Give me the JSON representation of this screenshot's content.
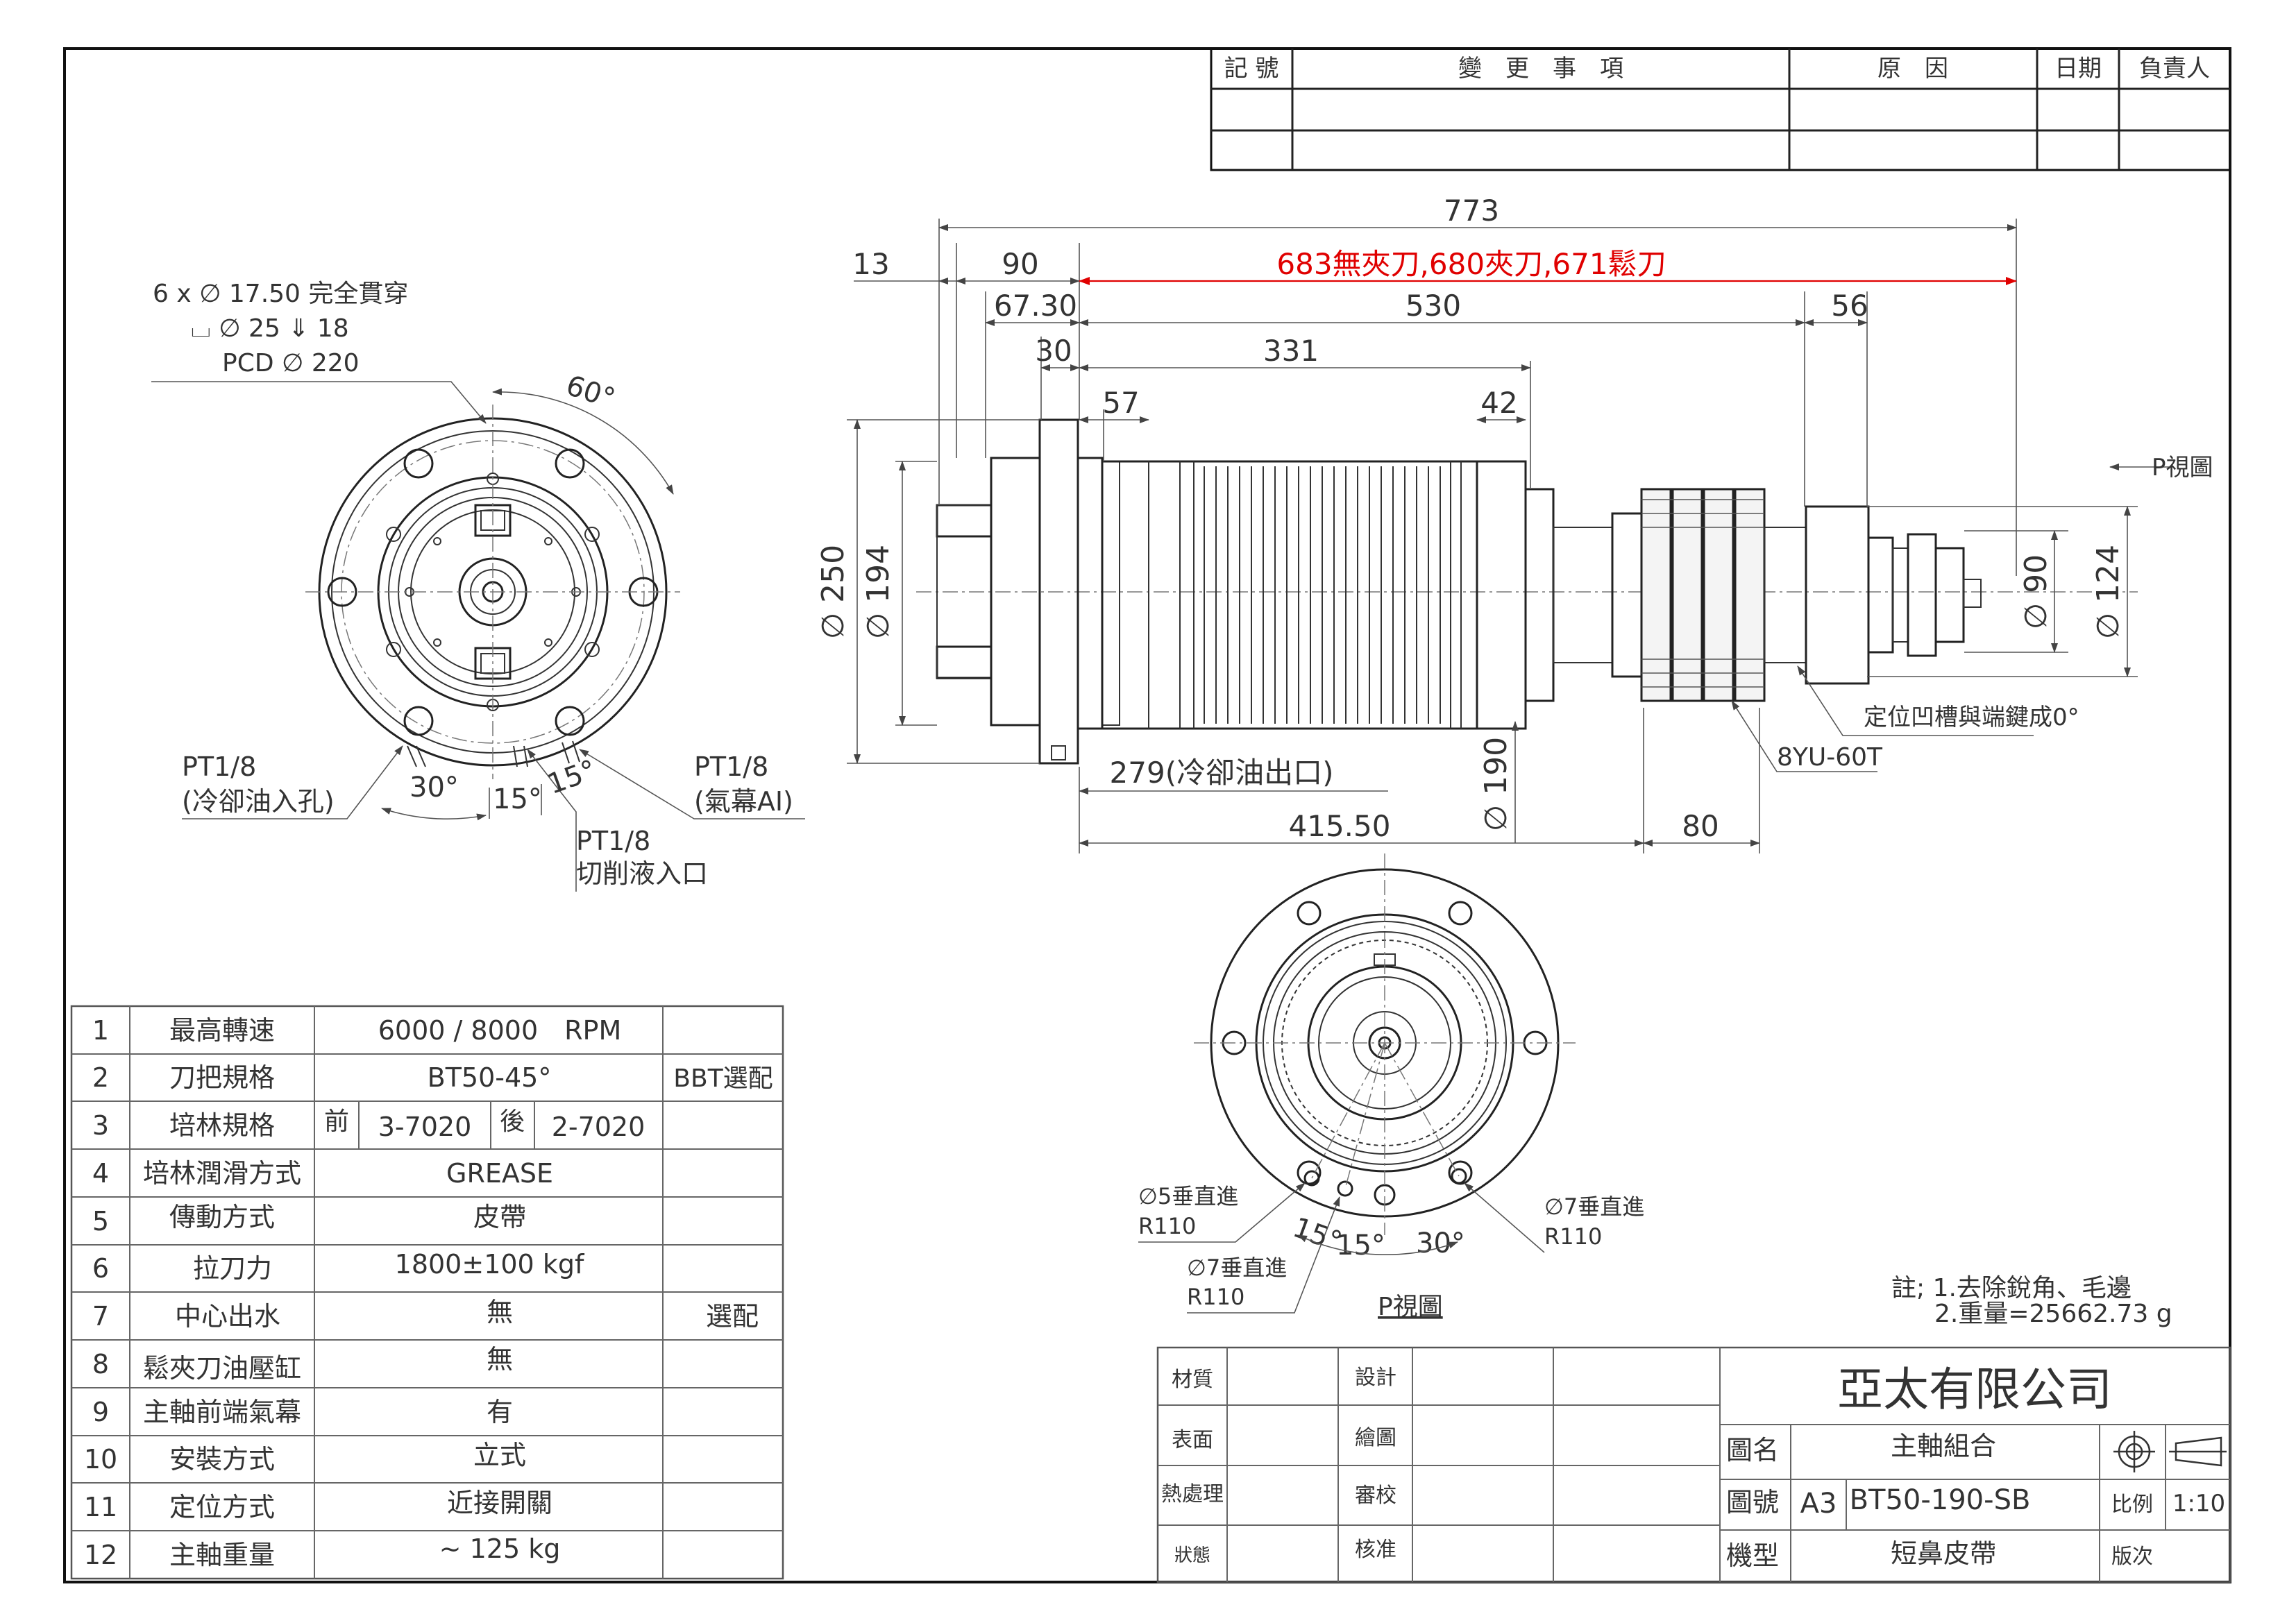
{
  "revision_table": {
    "headers": [
      "記 號",
      "變　更　事　項",
      "原　因",
      "日期",
      "負責人"
    ]
  },
  "dims": {
    "total_length": "773",
    "d13": "13",
    "d90": "90",
    "d_red": "683無夾刀,680夾刀,671鬆刀",
    "d6730": "67.30",
    "d530": "530",
    "d56": "56",
    "d30": "30",
    "d331": "331",
    "d57": "57",
    "d42": "42",
    "dia250": "∅ 250",
    "dia194": "∅ 194",
    "dia90": "∅ 90",
    "dia124": "∅ 124",
    "dia190": "∅ 190",
    "d279": "279(冷卻油出口)",
    "d41550": "415.50",
    "d80": "80",
    "p_view": "P視圖",
    "locate_note": "定位凹槽與端鍵成0°",
    "yu": "8YU-60T"
  },
  "left_view": {
    "holes_1": "6 x ∅ 17.50 完全貫穿",
    "holes_2": "⌴ ∅ 25 ⇓ 18",
    "pcd": "PCD ∅ 220",
    "angle60": "60°",
    "pt_oil_1": "PT1/8",
    "pt_oil_2": "(冷卻油入孔)",
    "pt_air_1": "PT1/8",
    "pt_air_2": "(氣幕AI)",
    "pt_cut_1": "PT1/8",
    "pt_cut_2": "切削液入口",
    "a30": "30°",
    "a15a": "15°",
    "a15b": "15°"
  },
  "bottom_view": {
    "h5": "∅5垂直進",
    "r110a": "R110",
    "h7a": "∅7垂直進",
    "r110b": "R110",
    "h7b": "∅7垂直進",
    "r110c": "R110",
    "a15a": "15°",
    "a15b": "15°",
    "a30": "30°",
    "label": "P視圖"
  },
  "notes": {
    "n1": "註; 1.去除銳角、毛邊",
    "n2": "2.重量=25662.73 g"
  },
  "spec_table": [
    {
      "no": "1",
      "item": "最高轉速",
      "value": "6000 / 8000　RPM",
      "extra": ""
    },
    {
      "no": "2",
      "item": "刀把規格",
      "value": "BT50-45°",
      "extra": "BBT選配"
    },
    {
      "no": "3",
      "item": "培林規格",
      "front_label": "前",
      "front": "3-7020",
      "rear_label": "後",
      "rear": "2-7020",
      "extra": ""
    },
    {
      "no": "4",
      "item": "培林潤滑方式",
      "value": "GREASE",
      "extra": ""
    },
    {
      "no": "5",
      "item": "傳動方式",
      "value": "皮帶",
      "extra": ""
    },
    {
      "no": "6",
      "item": "拉刀力",
      "value": "1800±100 kgf",
      "extra": ""
    },
    {
      "no": "7",
      "item": "中心出水",
      "value": "無",
      "extra": "選配"
    },
    {
      "no": "8",
      "item": "鬆夾刀油壓缸",
      "value": "無",
      "extra": ""
    },
    {
      "no": "9",
      "item": "主軸前端氣幕",
      "value": "有",
      "extra": ""
    },
    {
      "no": "10",
      "item": "安裝方式",
      "value": "立式",
      "extra": ""
    },
    {
      "no": "11",
      "item": "定位方式",
      "value": "近接開關",
      "extra": ""
    },
    {
      "no": "12",
      "item": "主軸重量",
      "value": "~ 125 kg",
      "extra": ""
    }
  ],
  "title_block": {
    "material": "材質",
    "surface": "表面",
    "heat": "熱處理",
    "state": "狀態",
    "design": "設計",
    "draw": "繪圖",
    "review": "審校",
    "approve": "核准",
    "company": "亞太有限公司",
    "name_label": "圖名",
    "name_value": "主軸組合",
    "number_label": "圖號",
    "size": "A3",
    "number_value": "BT50-190-SB",
    "scale_label": "比例",
    "scale_value": "1:10",
    "model_label": "機型",
    "model_value": "短鼻皮帶",
    "version_label": "版次"
  }
}
